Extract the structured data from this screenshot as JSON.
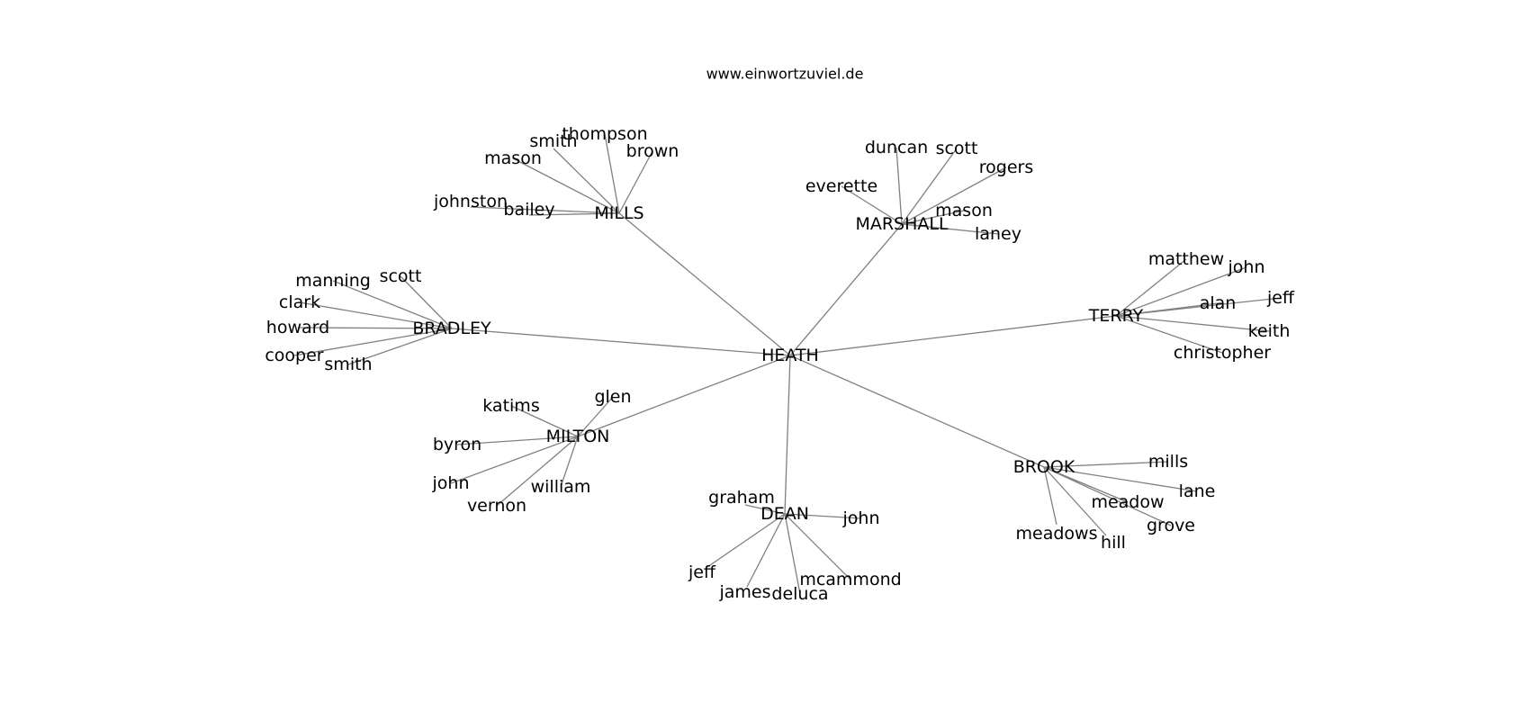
{
  "title": "www.einwortzuviel.de",
  "colors": {
    "edge": "#808080",
    "text": "#000000",
    "background": "#ffffff"
  },
  "graph": {
    "center": "HEATH",
    "clusters": [
      {
        "hub": "MILLS",
        "leaves": [
          "thompson",
          "smith",
          "brown",
          "mason",
          "johnston",
          "bailey"
        ]
      },
      {
        "hub": "MARSHALL",
        "leaves": [
          "duncan",
          "scott",
          "rogers",
          "everette",
          "mason",
          "laney"
        ]
      },
      {
        "hub": "BRADLEY",
        "leaves": [
          "manning",
          "scott",
          "clark",
          "howard",
          "cooper",
          "smith"
        ]
      },
      {
        "hub": "TERRY",
        "leaves": [
          "matthew",
          "john",
          "alan",
          "jeff",
          "keith",
          "christopher"
        ]
      },
      {
        "hub": "MILTON",
        "leaves": [
          "katims",
          "glen",
          "byron",
          "john",
          "vernon",
          "william"
        ]
      },
      {
        "hub": "DEAN",
        "leaves": [
          "graham",
          "john",
          "jeff",
          "james",
          "deluca",
          "mcammond"
        ]
      },
      {
        "hub": "BROOK",
        "leaves": [
          "mills",
          "lane",
          "meadow",
          "grove",
          "meadows",
          "hill"
        ]
      }
    ]
  }
}
